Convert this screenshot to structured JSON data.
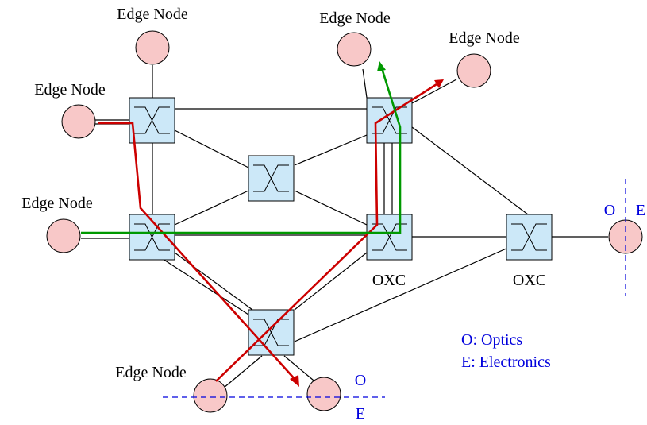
{
  "labels": {
    "edge_node": "Edge Node",
    "oxc": "OXC",
    "optics_short": "O",
    "electronics_short": "E"
  },
  "legend": {
    "optics": "O: Optics",
    "electronics": "E: Electronics"
  },
  "colors": {
    "edge_node_fill": "#f8c8c8",
    "oxc_fill": "#cce8f8",
    "red_path": "#cc0000",
    "green_path": "#009900",
    "boundary": "#0000dd"
  },
  "icons": {
    "oxc": "optical-cross-connect-switch-icon",
    "edge_node": "edge-node-circle-icon"
  }
}
